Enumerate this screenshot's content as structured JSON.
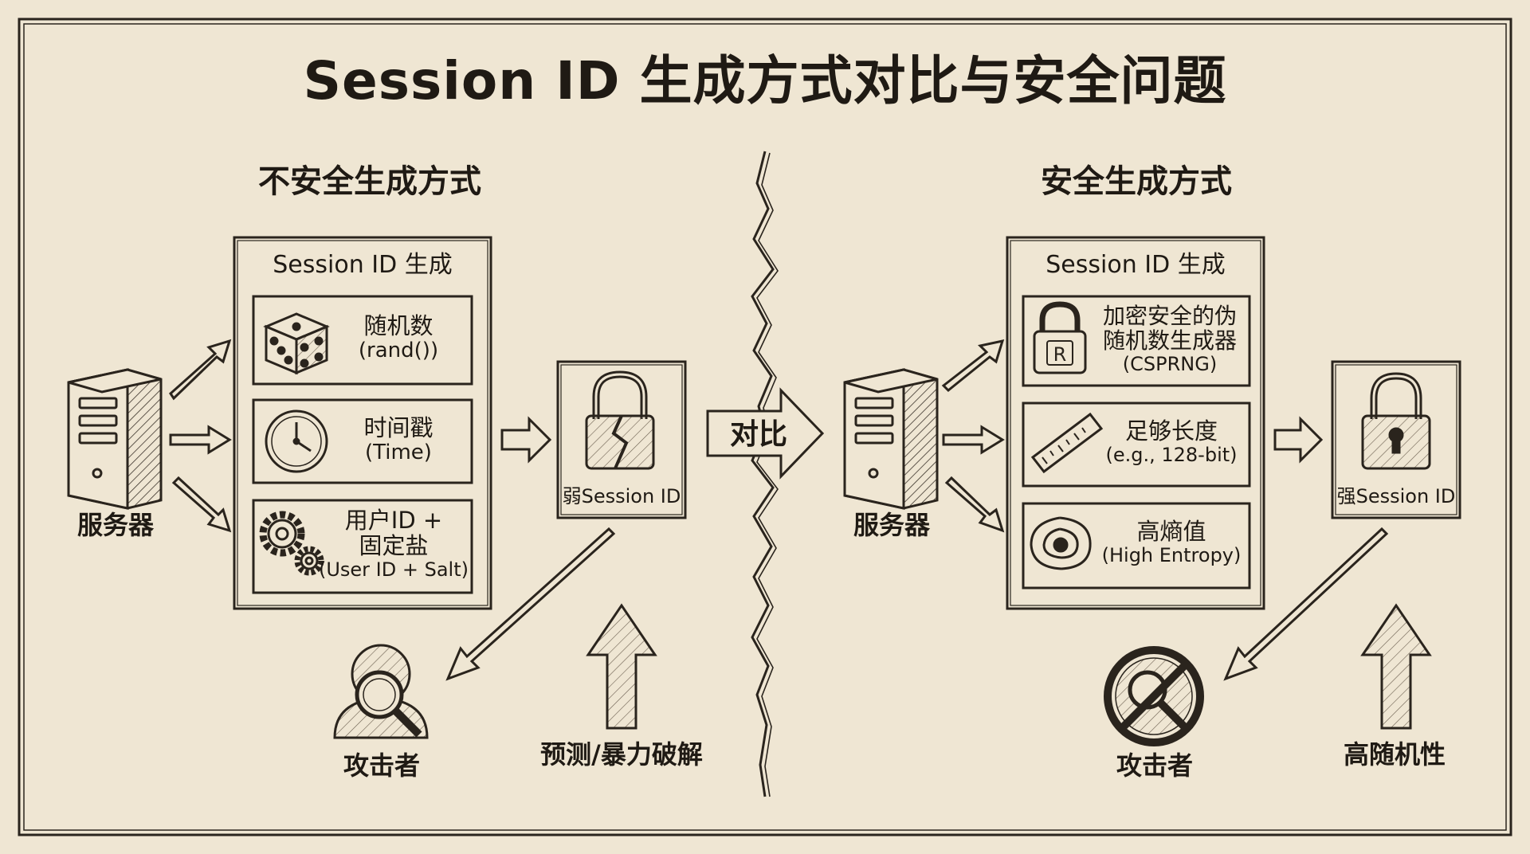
{
  "title": "Session ID 生成方式对比与安全问题",
  "left": {
    "heading": "不安全生成方式",
    "box_title": "Session ID 生成",
    "items": [
      {
        "label": "随机数",
        "sub": "(rand())"
      },
      {
        "label": "时间戳",
        "sub": "(Time)"
      },
      {
        "label": "用户ID +\n固定盐",
        "sub": "(User ID + Salt)"
      }
    ],
    "server_label": "服务器",
    "result_label": "弱Session ID",
    "attacker_label": "攻击者",
    "attack_label": "预测/暴力破解"
  },
  "compare_label": "对比",
  "right": {
    "heading": "安全生成方式",
    "box_title": "Session ID 生成",
    "items": [
      {
        "label": "加密安全的伪\n随机数生成器",
        "sub": "(CSPRNG)"
      },
      {
        "label": "足够长度",
        "sub": "(e.g., 128-bit)"
      },
      {
        "label": "高熵值",
        "sub": "(High Entropy)"
      }
    ],
    "server_label": "服务器",
    "result_label": "强Session ID",
    "attacker_label": "攻击者",
    "randomness_label": "高随机性"
  },
  "icons": {
    "items_left": [
      "dice-icon",
      "clock-icon",
      "gears-icon"
    ],
    "items_right": [
      "padlock-r-icon",
      "ruler-icon",
      "vortex-icon"
    ],
    "server": "server-icon",
    "weak_lock": "broken-padlock-icon",
    "strong_lock": "padlock-icon",
    "attacker_left": "attacker-magnifier-icon",
    "attacker_right": "blocked-attacker-icon"
  }
}
